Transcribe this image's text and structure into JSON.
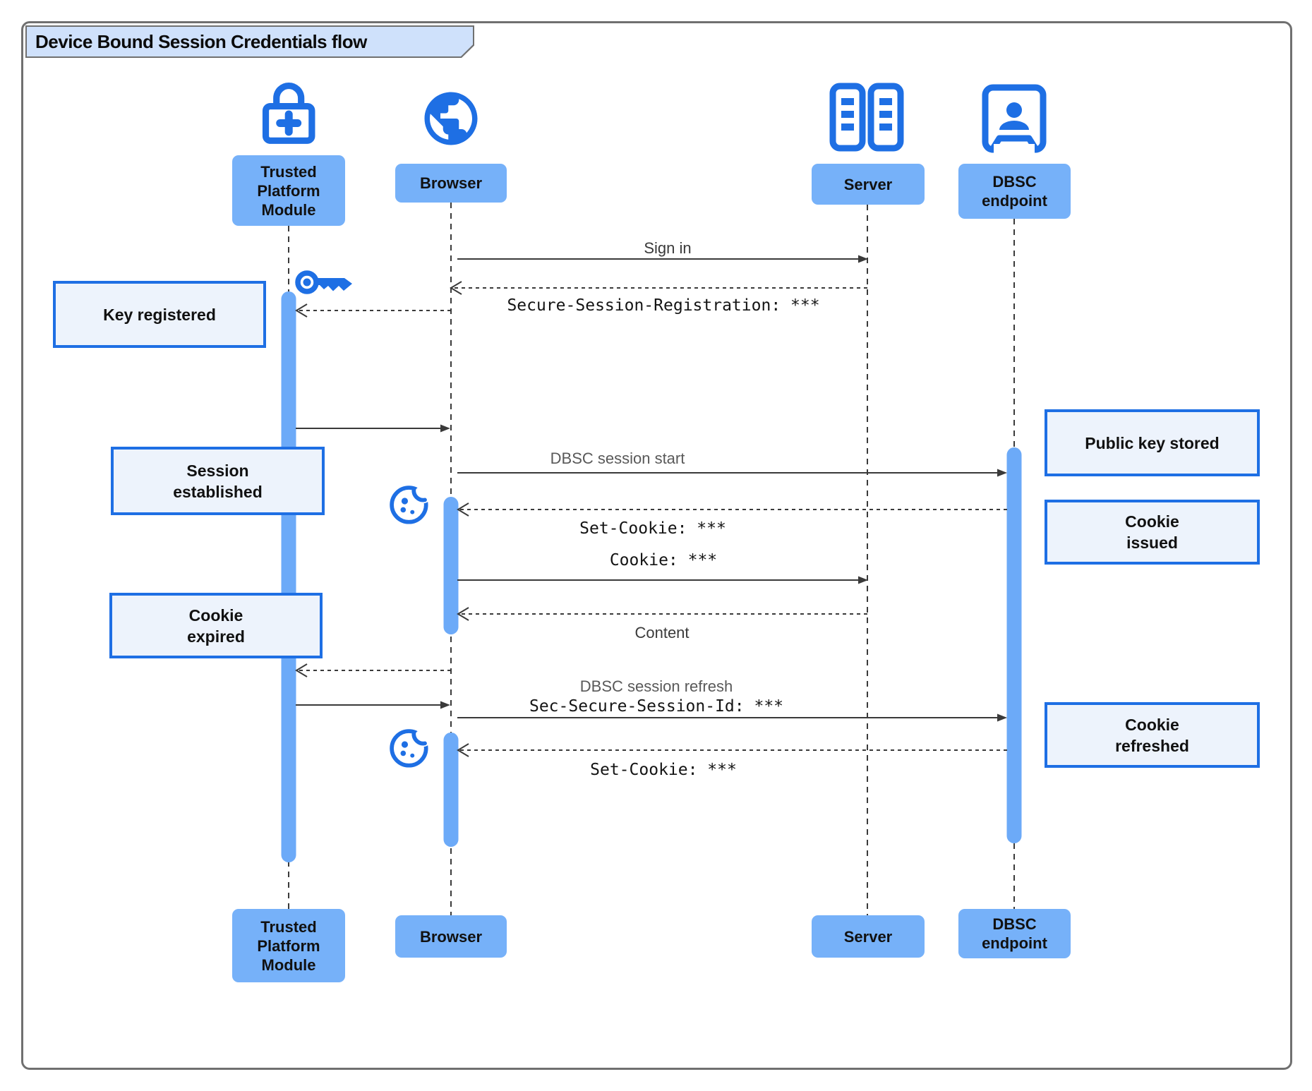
{
  "title": "Device Bound Session Credentials flow",
  "participants": {
    "tpm": "Trusted Platform Module",
    "browser": "Browser",
    "server": "Server",
    "dbsc": "DBSC endpoint"
  },
  "messages": {
    "sign_in": "Sign in",
    "secure_session_registration": "Secure-Session-Registration: ***",
    "dbsc_session_start": "DBSC session start",
    "set_cookie_first": "Set-Cookie: ***",
    "cookie": "Cookie: ***",
    "content": "Content",
    "dbsc_session_refresh": "DBSC session refresh",
    "sec_secure_session_id": "Sec-Secure-Session-Id: ***",
    "set_cookie_second": "Set-Cookie: ***"
  },
  "notes": {
    "key_registered": "Key registered",
    "session_established": "Session established",
    "cookie_expired": "Cookie expired",
    "public_key_stored": "Public key stored",
    "cookie_issued": "Cookie issued",
    "cookie_refreshed": "Cookie refreshed"
  },
  "icons": {
    "tpm": "lock-plus-icon",
    "browser": "globe-icon",
    "server": "server-rack-icon",
    "dbsc": "id-badge-icon",
    "key": "key-icon",
    "cookie": "cookie-icon"
  },
  "colors": {
    "accent_blue": "#1e6fe4",
    "participant_fill": "#76b1f9",
    "activation_fill": "#6caaf8",
    "note_fill": "#edf3fc",
    "note_border": "#1e6fe4",
    "title_fill": "#cfe1fb",
    "frame_border": "#707070",
    "line_color": "#3a3a3a",
    "label_gray": "#595959"
  }
}
